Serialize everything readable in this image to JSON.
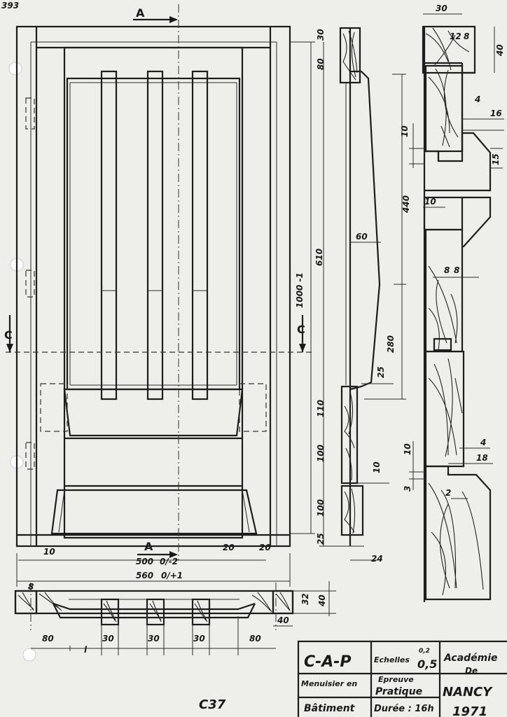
{
  "sheet_number": "393",
  "handwritten_note": "C37",
  "section_marks": {
    "a_top": "A",
    "a_bottom": "A",
    "c_left": "C",
    "c_right": "C"
  },
  "dimensions": {
    "width_500": "500",
    "tol_500": "0/-2",
    "width_560": "560",
    "tol_560": "0/+1",
    "d_10_bottom_left": "10",
    "d_20_a": "20",
    "d_20_b": "20",
    "height_1000": "1000 -1",
    "height_610": "610",
    "top_80": "80",
    "top_30": "30",
    "h_440": "440",
    "h_280": "280",
    "taper_60": "60",
    "d_25": "25",
    "h_110": "110",
    "h_100_a": "100",
    "h_100_b": "100",
    "d_10_side": "10",
    "d_25_bottom": "25",
    "d_24": "24",
    "detail_30_top": "30",
    "detail_12": "12",
    "detail_8": "8",
    "detail_40": "40",
    "detail_4_top": "4",
    "detail_16": "16",
    "detail_10_left": "10",
    "detail_15": "15",
    "detail_10_mid": "10",
    "detail_8_mid": "8",
    "detail_8_mid2": "8",
    "detail_4_bottom": "4",
    "detail_18": "18",
    "detail_10_low": "10",
    "detail_3": "3",
    "detail_2": "2",
    "plan_80_left": "80",
    "plan_30_a": "30",
    "plan_30_b": "30",
    "plan_30_c": "30",
    "plan_80_right": "80",
    "plan_l": "l",
    "plan_32": "32",
    "plan_40": "40",
    "plan_40_b": "40",
    "plan_8": "8"
  },
  "title_block": {
    "cap": "C-A-P",
    "trade_line1": "Menuisier en",
    "trade_line2": "Bâtiment",
    "scales_label": "Echelles",
    "scale_top": "0,2",
    "scale_bottom": "0,5",
    "exam_line1": "Epreuve",
    "exam_line2": "Pratique",
    "duration": "Durée : 16h",
    "academy_line1": "Académie",
    "academy_line2": "De",
    "academy_line3": "NANCY",
    "year": "1971"
  }
}
